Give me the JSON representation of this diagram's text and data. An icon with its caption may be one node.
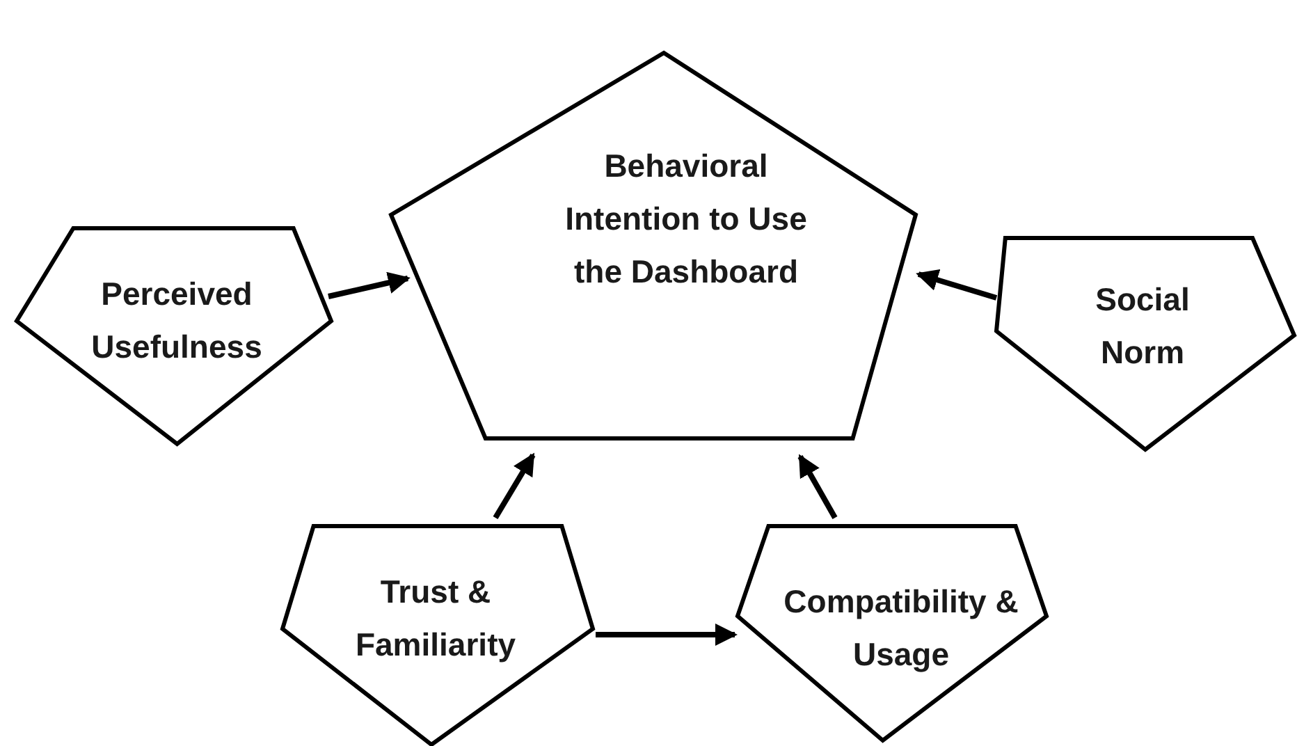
{
  "diagram": {
    "nodes": [
      {
        "text": [
          "Behavioral Intention to Use the Dashboard"
        ]
      },
      {
        "text": [
          "Perceived Usefulness"
        ]
      },
      {
        "text": [
          "Social Norm"
        ]
      },
      {
        "text": [
          "Trust & Familiarity"
        ]
      },
      {
        "text": [
          "Compatibility & Usage"
        ]
      }
    ],
    "edges": [
      {
        "from": 1,
        "to": 0,
        "arrow": "to"
      },
      {
        "from": 2,
        "to": 0,
        "arrow": "to"
      },
      {
        "from": 3,
        "to": 0,
        "arrow": "to"
      },
      {
        "from": 4,
        "to": 0,
        "arrow": "to"
      },
      {
        "from": 3,
        "to": 4,
        "arrow": "to"
      }
    ]
  }
}
